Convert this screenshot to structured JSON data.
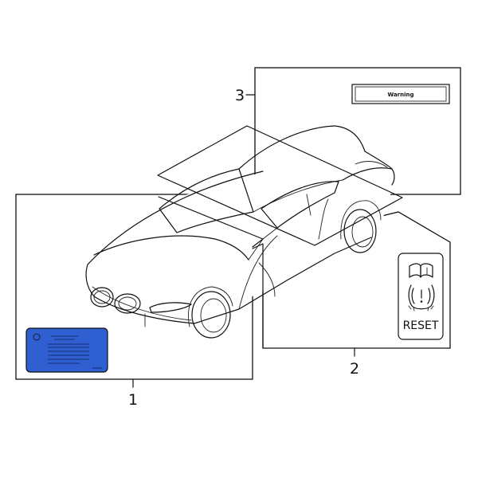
{
  "callouts": {
    "one": "1",
    "two": "2",
    "three": "3"
  },
  "warning_label": {
    "text": "Warning"
  },
  "tpms_label": {
    "text": "RESET",
    "icons": [
      "manual-book-icon",
      "tire-pressure-warning-icon"
    ]
  },
  "colors": {
    "info_label_fill": "#2f5fd0",
    "line": "#111111"
  }
}
